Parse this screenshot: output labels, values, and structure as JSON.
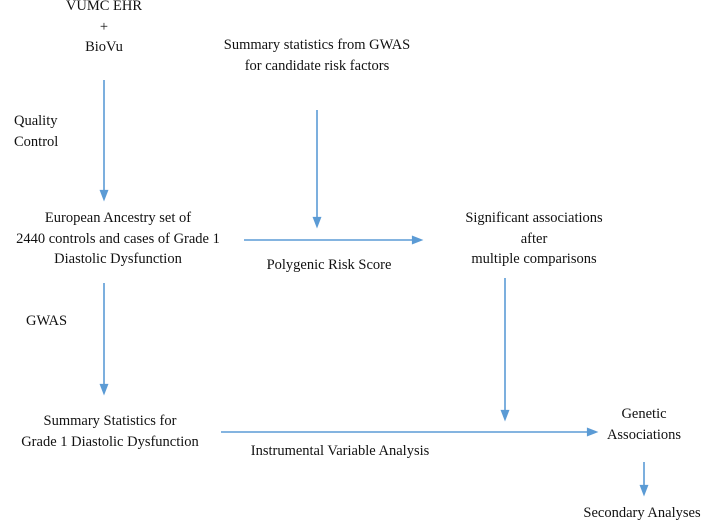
{
  "diagram": {
    "title_present": false,
    "accent_color": "#5B9BD5",
    "text_color": "#111111",
    "background_color": "#FFFFFF",
    "nodes": [
      {
        "id": "source",
        "name": "vumc-ehr-biovu",
        "lines": [
          "VUMC EHR",
          "+",
          "BioVu"
        ]
      },
      {
        "id": "gwas-summary",
        "name": "summary-statistics-gwas",
        "lines": [
          "Summary statistics from GWAS",
          "for candidate risk factors"
        ]
      },
      {
        "id": "european-set",
        "name": "european-ancestry-set",
        "lines": [
          "European Ancestry set of",
          "2440 controls and cases of Grade 1",
          "Diastolic Dysfunction"
        ]
      },
      {
        "id": "significant",
        "name": "significant-associations",
        "lines": [
          "Significant associations",
          "after",
          "multiple comparisons"
        ]
      },
      {
        "id": "summary-stats",
        "name": "summary-statistics-grade1",
        "lines": [
          "Summary Statistics for",
          "Grade 1 Diastolic Dysfunction"
        ]
      },
      {
        "id": "genetic-assoc",
        "name": "genetic-associations",
        "lines": [
          "Genetic",
          "Associations"
        ]
      },
      {
        "id": "secondary",
        "name": "secondary-analyses",
        "lines": [
          "Secondary Analyses"
        ]
      }
    ],
    "edge_labels": [
      {
        "id": "quality-control",
        "lines": [
          "Quality",
          "Control"
        ]
      },
      {
        "id": "gwas",
        "lines": [
          "GWAS"
        ]
      },
      {
        "id": "polygenic-risk-score",
        "lines": [
          "Polygenic Risk Score"
        ]
      },
      {
        "id": "instrumental-variable",
        "lines": [
          "Instrumental Variable Analysis"
        ]
      }
    ],
    "edges": [
      {
        "id": "e1",
        "name": "arrow-source-to-european-set",
        "from": "source",
        "to": "european-set",
        "label": "quality-control",
        "direction": "down"
      },
      {
        "id": "e2",
        "name": "arrow-gwas-summary-to-prs",
        "from": "gwas-summary",
        "to": "polygenic-risk-score",
        "label": "",
        "direction": "down"
      },
      {
        "id": "e3",
        "name": "arrow-european-set-to-significant",
        "from": "european-set",
        "to": "significant",
        "label": "polygenic-risk-score",
        "direction": "right"
      },
      {
        "id": "e4",
        "name": "arrow-european-set-to-summary-stats",
        "from": "european-set",
        "to": "summary-stats",
        "label": "gwas",
        "direction": "down"
      },
      {
        "id": "e5",
        "name": "arrow-significant-to-iv-analysis",
        "from": "significant",
        "to": "summary-stats",
        "label": "",
        "direction": "down"
      },
      {
        "id": "e6",
        "name": "arrow-summary-stats-to-genetic-assoc",
        "from": "summary-stats",
        "to": "genetic-assoc",
        "label": "instrumental-variable",
        "direction": "right"
      },
      {
        "id": "e7",
        "name": "arrow-genetic-assoc-to-secondary",
        "from": "genetic-assoc",
        "to": "secondary",
        "label": "",
        "direction": "down"
      }
    ]
  }
}
